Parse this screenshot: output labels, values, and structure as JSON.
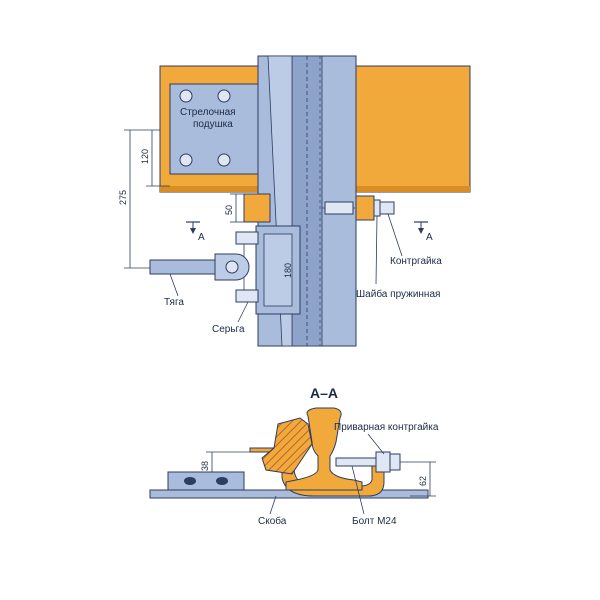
{
  "labels": {
    "pad_line1": "Стрелочная",
    "pad_line2": "подушка",
    "nut": "Контргайка",
    "washer": "Шайба пружинная",
    "rod": "Тяга",
    "earring": "Серьга",
    "section_title": "А–А",
    "welded_nut": "Приварная контргайка",
    "bracket": "Скоба",
    "bolt": "Болт М24",
    "cut_left": "А",
    "cut_right": "А"
  },
  "dimensions": {
    "d275": "275",
    "d120": "120",
    "d50": "50",
    "d180": "180",
    "d38": "38",
    "d62": "62"
  },
  "colors": {
    "orange": "#f2a93c",
    "steel": "#9fb3d6",
    "steel_dark": "#5d7199",
    "outline": "#2d3d5f",
    "hatch": "#b5652a"
  }
}
